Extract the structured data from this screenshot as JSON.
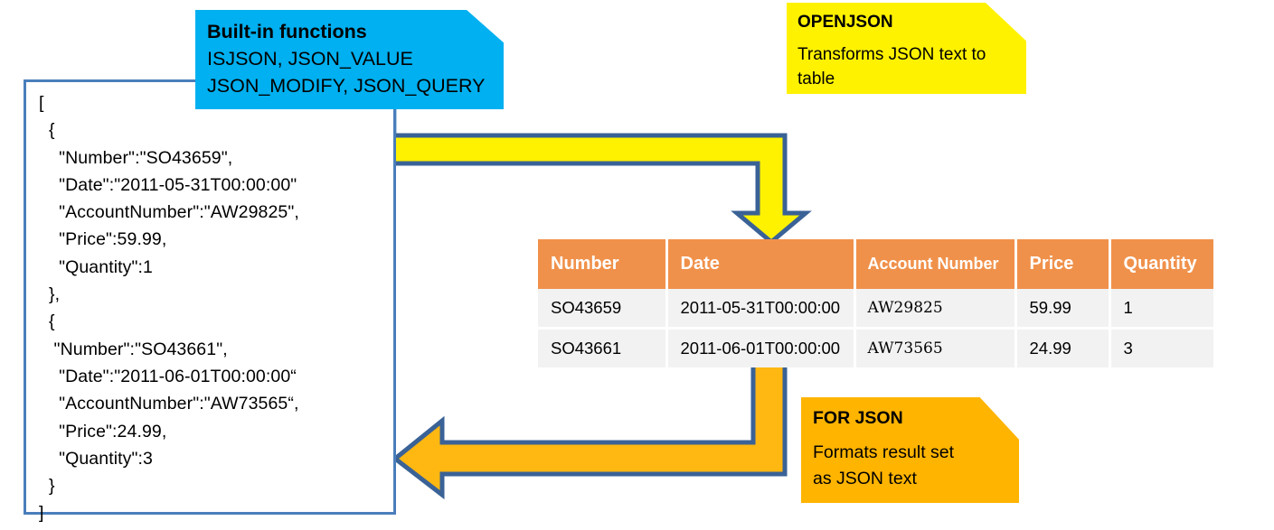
{
  "diagram": {
    "title": "SQL Server JSON support flow",
    "colors": {
      "cyan_callout": "#00B0F0",
      "yellow_callout": "#FFF200",
      "amber_callout": "#FFB400",
      "table_header_orange": "#F0914B",
      "table_row_gray": "#F2F2F2",
      "json_box_border_blue": "#4A7EBB",
      "arrow_outline_blue": "#3A6296",
      "yellow_arrow_fill": "#FFF200",
      "amber_arrow_fill": "#FFB712"
    }
  },
  "json_document": {
    "text": "[\n  {\n    \"Number\":\"SO43659\",\n    \"Date\":\"2011-05-31T00:00:00\"\n    \"AccountNumber\":\"AW29825\",\n    \"Price\":59.99,\n    \"Quantity\":1\n  },\n  {\n   \"Number\":\"SO43661\",\n    \"Date\":\"2011-06-01T00:00:00“\n    \"AccountNumber\":\"AW73565“,\n    \"Price\":24.99,\n    \"Quantity\":3\n  }\n]"
  },
  "callouts": {
    "builtin": {
      "title": "Built-in functions",
      "line1": "ISJSON, JSON_VALUE",
      "line2": "JSON_MODIFY, JSON_QUERY"
    },
    "openjson": {
      "title": "OPENJSON",
      "line1": "Transforms JSON text to",
      "line2": "table"
    },
    "forjson": {
      "title": "FOR JSON",
      "line1": "Formats result set",
      "line2": "as JSON text"
    }
  },
  "table": {
    "columns": [
      "Number",
      "Date",
      "Account Number",
      "Price",
      "Quantity"
    ],
    "rows": [
      {
        "number": "SO43659",
        "date": "2011-05-31T00:00:00",
        "account_number": "AW29825",
        "price": "59.99",
        "quantity": "1"
      },
      {
        "number": "SO43661",
        "date": "2011-06-01T00:00:00",
        "account_number": "AW73565",
        "price": "24.99",
        "quantity": "3"
      }
    ]
  },
  "arrows": {
    "openjson_arrow": "elbow-arrow-right-then-down",
    "forjson_arrow": "elbow-arrow-down-then-left",
    "builtin_connector": "vertical-connector-line"
  }
}
